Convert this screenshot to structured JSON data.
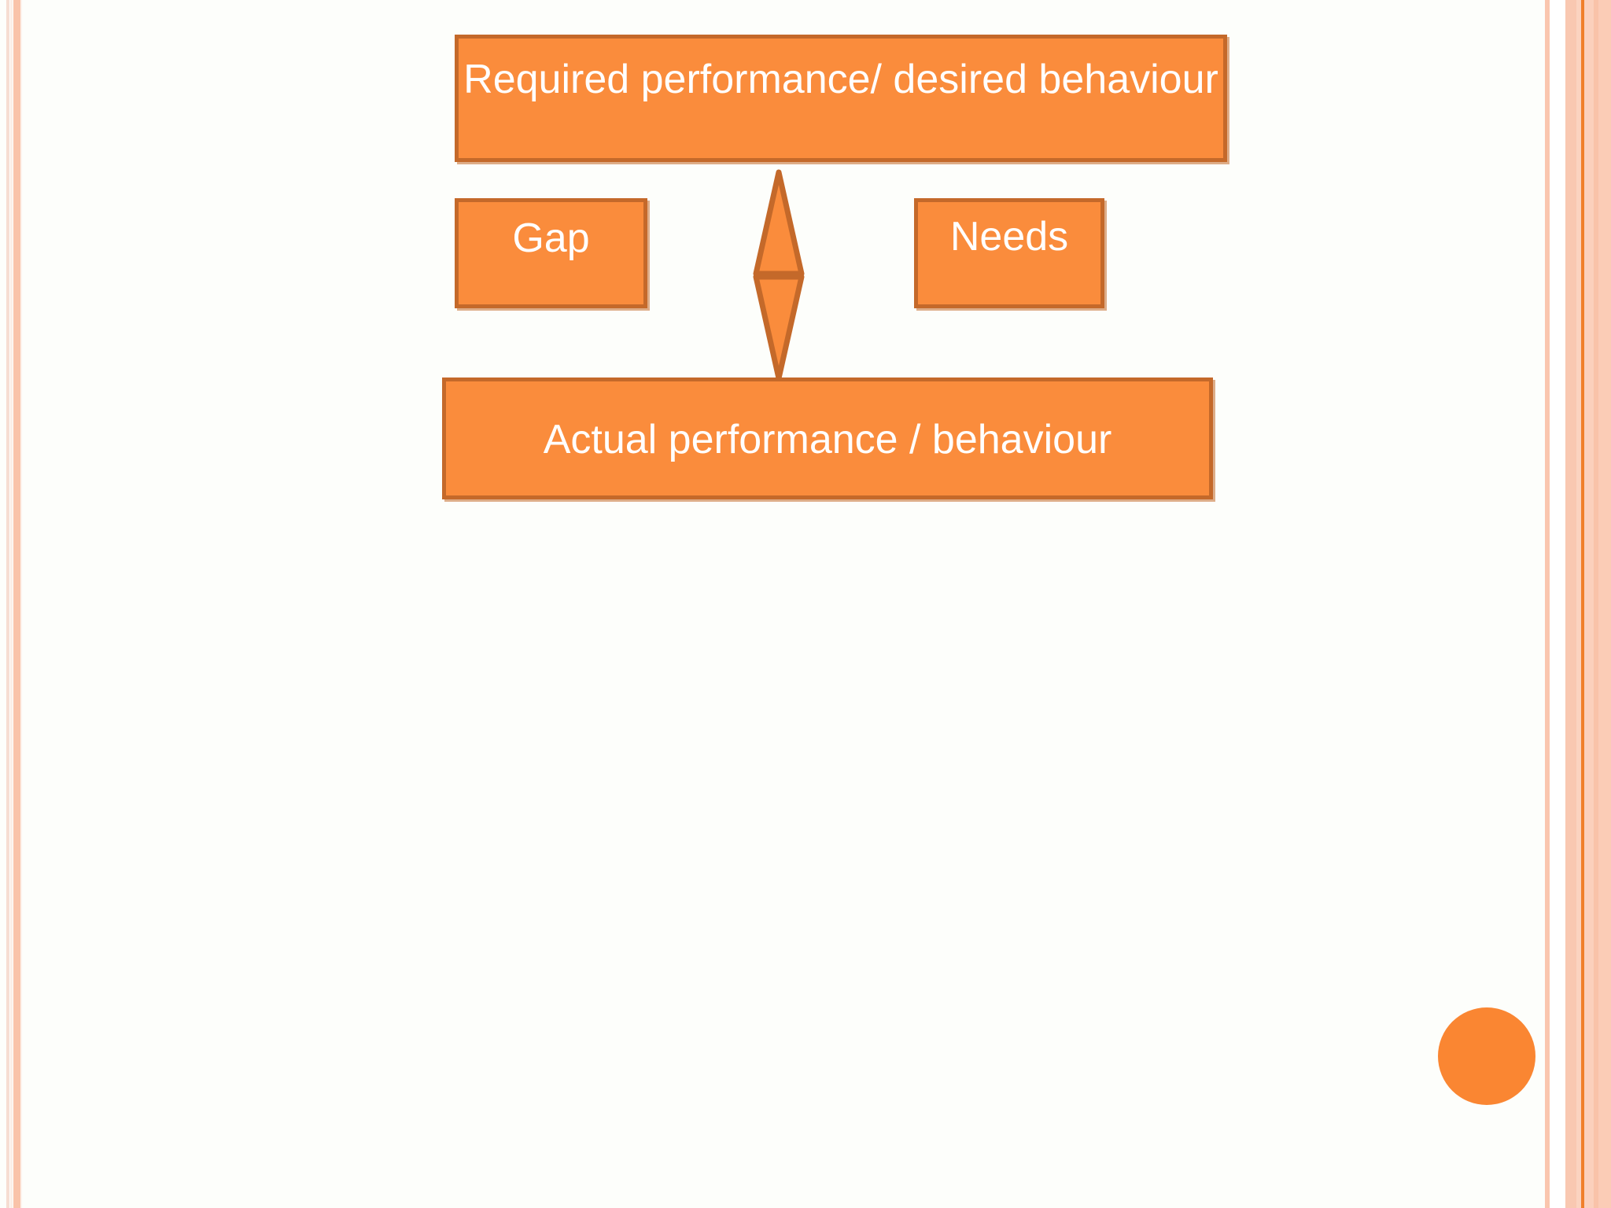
{
  "slide": {
    "background_color": "#fdfefb",
    "accent_color": "#fa8c3c",
    "accent_border_color": "#c4692a",
    "stripe_color": "#f9c3a9",
    "circle_color": "#fa8632"
  },
  "diagram": {
    "title_box": {
      "label": "Required performance/ desired behaviour",
      "fill": "#fa8c3c",
      "border": "#c4692a"
    },
    "gap_box": {
      "label": "Gap",
      "fill": "#fa8c3c",
      "border": "#c4692a"
    },
    "needs_box": {
      "label": "Needs",
      "fill": "#fa8c3c",
      "border": "#c4692a"
    },
    "actual_box": {
      "label": "Actual performance / behaviour",
      "fill": "#fa8c3c",
      "border": "#c4692a"
    },
    "connector": {
      "icon": "double-headed-vertical-arrow",
      "fill": "#fa8c3c",
      "border": "#c4692a"
    }
  },
  "decorations": {
    "circle": {
      "icon": "filled-circle",
      "color": "#fa8632"
    },
    "left_edge": {
      "icon": "vertical-stripe-band"
    },
    "right_edge": {
      "icon": "vertical-stripe-band"
    }
  }
}
